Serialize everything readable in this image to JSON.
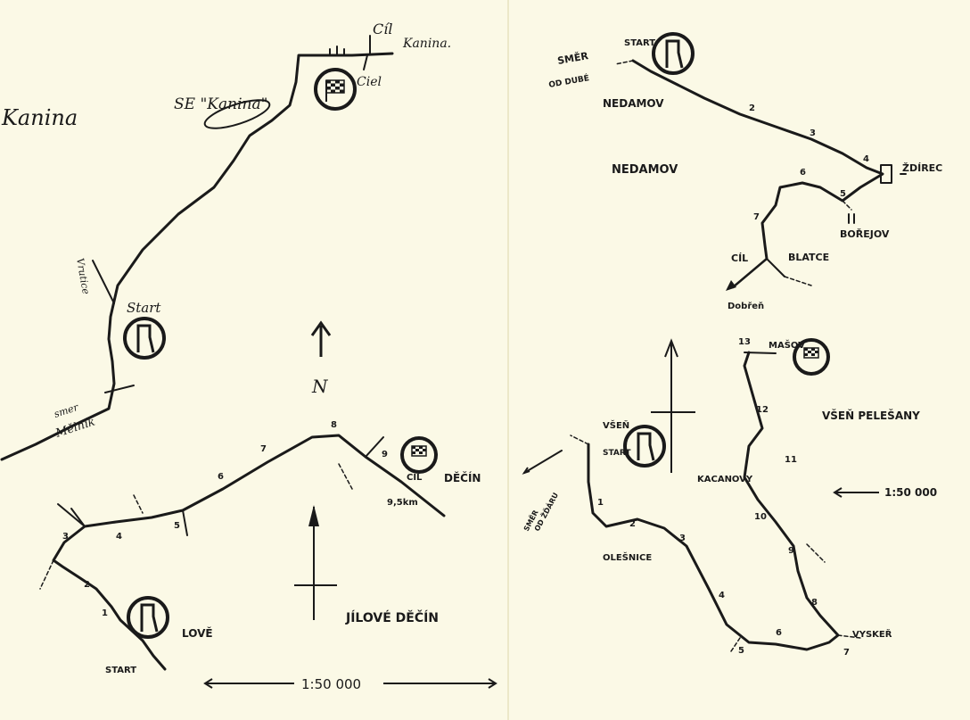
{
  "map1": {
    "top_left_word": "Kanina",
    "se_label": "SE \"Kanina\"",
    "cil_label": "Cíl",
    "kanina_label": "Kanina.",
    "ciel_label": "Ciel",
    "vrutice_label": "Vrutice",
    "start_label": "Start",
    "smer_label": "smer",
    "melnik_label": "Mělník",
    "north_label": "N"
  },
  "map2": {
    "km_marks": [
      "1",
      "2",
      "3",
      "4",
      "5",
      "6",
      "7",
      "8",
      "9"
    ],
    "start_label": "START",
    "lhota_label": "LOVĚ",
    "cil_label": "CÍL",
    "decin_label": "DĚČÍN",
    "dist_label": "9,5km",
    "stage_name": "JÍLOVÉ DĚČÍN",
    "scale": "1:50 000"
  },
  "map3": {
    "km_marks": [
      "2",
      "3",
      "4",
      "5",
      "6",
      "7"
    ],
    "start_label": "START",
    "smer_label": "SMĚR",
    "od_dube_label": "OD DUBÉ",
    "nedamov_label": "NEDAMOV",
    "stage_name": "NEDAMOV",
    "zdirec_label": "ŽDÍREC",
    "borejov_label": "BOŘEJOV",
    "blatce_label": "BLATCE",
    "cil_label": "CÍL",
    "dobren_label": "Dobřeň"
  },
  "map4": {
    "km_marks": [
      "1",
      "2",
      "3",
      "4",
      "5",
      "6",
      "7",
      "8",
      "9",
      "10",
      "11",
      "12",
      "13"
    ],
    "vsen_label": "VŠEŇ",
    "start_label": "START",
    "smer_label": "SMĚR",
    "od_zdaru_label": "OD ŽĎÁRU",
    "olesnice_label": "OLEŠNICE",
    "kacanovy_label": "KACANOVY",
    "vyskeř_label": "VYSKEŘ",
    "stage_name": "VŠEŇ PELEŠANY",
    "masov_label": "MAŠOV",
    "scale": "1:50 000"
  },
  "colors": {
    "paper": "#fbf9e6",
    "ink": "#1a1a1a"
  }
}
